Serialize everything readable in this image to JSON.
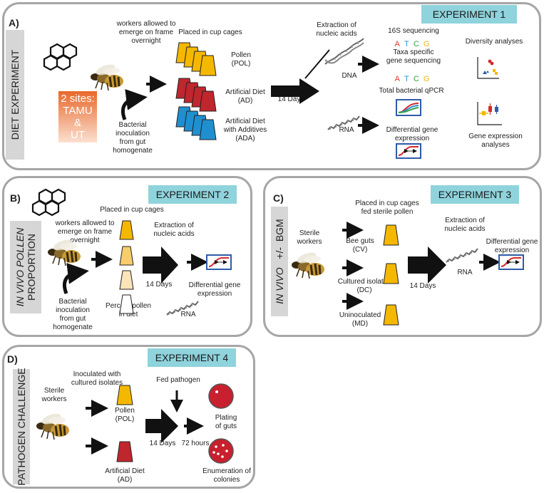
{
  "panels": {
    "a": {
      "label": "A)",
      "experiment": "EXPERIMENT 1",
      "sidebar": "DIET EXPERIMENT",
      "workers": [
        "workers allowed to",
        "emerge on frame",
        "overnight"
      ],
      "sites": [
        "2 sites:",
        "TAMU",
        "&",
        "UT"
      ],
      "inoculation": [
        "Bacterial",
        "inoculation",
        "from gut",
        "homogenate"
      ],
      "placed": "Placed in cup cages",
      "diets": [
        {
          "name": [
            "Pollen",
            "(POL)"
          ],
          "color": "#f5b800"
        },
        {
          "name": [
            "Artificial Diet",
            "(AD)"
          ],
          "color": "#c0262d"
        },
        {
          "name": [
            "Artificial Diet",
            "with Additives",
            "(ADA)"
          ],
          "color": "#1f8fd0"
        }
      ],
      "days": "14 Days",
      "extraction": [
        "Extraction of",
        "nucleic acids"
      ],
      "dna": "DNA",
      "rna": "RNA",
      "s16": "16S sequencing",
      "bases": [
        "A",
        "T",
        "C",
        "G"
      ],
      "taxa": [
        "Taxa specific",
        "gene sequencing"
      ],
      "qpcr": "Total bacterial qPCR",
      "diffexp": [
        "Differential gene",
        "expression"
      ],
      "diversity": "Diversity analyses",
      "geneexp": [
        "Gene expression",
        "analyses"
      ]
    },
    "b": {
      "label": "B)",
      "experiment": "EXPERIMENT 2",
      "sidebar": [
        "IN VIVO POLLEN",
        "PROPORTION"
      ],
      "placed": "Placed in cup cages",
      "workers": [
        "workers allowed to",
        "emerge on frame",
        "overnight"
      ],
      "inoculation": [
        "Bacterial",
        "inoculation",
        "from gut",
        "homogenate"
      ],
      "extraction": [
        "Extraction of",
        "nucleic acids"
      ],
      "days": "14 Days",
      "diffexp": [
        "Differential gene",
        "expression"
      ],
      "rna": "RNA",
      "percent": [
        "Percent pollen",
        "in diet"
      ]
    },
    "c": {
      "label": "C)",
      "experiment": "EXPERIMENT 3",
      "sidebar": [
        "IN VIVO",
        "+/-",
        "BGM"
      ],
      "placed": [
        "Placed in cup cages",
        "fed sterile pollen"
      ],
      "workers": [
        "Sterile",
        "workers"
      ],
      "groups": [
        [
          "Bee guts",
          "(CV)"
        ],
        [
          "Cultured isolates",
          "(DC)"
        ],
        [
          "Uninoculated",
          "(MD)"
        ]
      ],
      "extraction": [
        "Extraction of",
        "nucleic acids"
      ],
      "days": "14 Days",
      "rna": "RNA",
      "diffexp": [
        "Differential gene",
        "expression"
      ]
    },
    "d": {
      "label": "D)",
      "experiment": "EXPERIMENT 4",
      "sidebar": "PATHOGEN CHALLENGE",
      "workers": [
        "Sterile",
        "workers"
      ],
      "inoculated": [
        "Inoculated with",
        "cultured isolates"
      ],
      "pollen": [
        "Pollen",
        "(POL)"
      ],
      "ad": [
        "Artificial Diet",
        "(AD)"
      ],
      "fed": "Fed pathogen",
      "days": "14 Days",
      "hours": "72 hours",
      "plating": [
        "Plating",
        "of guts"
      ],
      "enumeration": [
        "Enumeration of",
        "colonies"
      ]
    }
  },
  "colors": {
    "pollen": "#f5b800",
    "ad": "#c0262d",
    "ada": "#1f8fd0",
    "experiment_tag": "#8fd3dc",
    "sidebar": "#d6d6d6",
    "sites_top": "#e8692c",
    "petri": "#c8202e"
  }
}
